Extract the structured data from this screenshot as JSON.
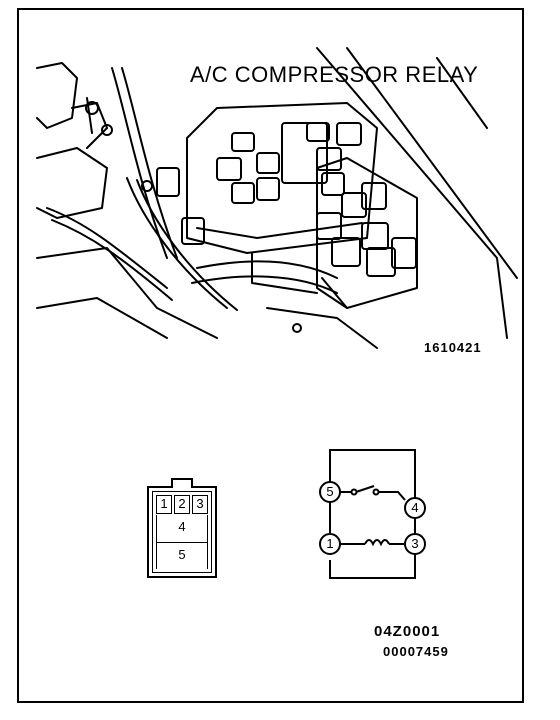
{
  "title": "A/C COMPRESSOR RELAY",
  "figure_id": "1610421",
  "connector": {
    "pins": [
      "1",
      "2",
      "3",
      "4",
      "5"
    ]
  },
  "schematic": {
    "terminals": [
      "5",
      "4",
      "1",
      "3"
    ]
  },
  "footer": {
    "code": "04Z0001",
    "doc_number": "00007459"
  }
}
